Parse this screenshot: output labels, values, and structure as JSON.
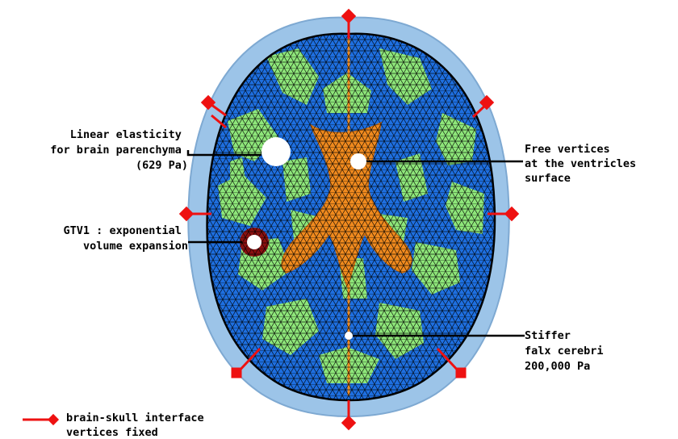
{
  "labels": {
    "elasticity": [
      "Linear elasticity",
      "for brain parenchyma",
      "(629 Pa)"
    ],
    "free_vertices": [
      "Free vertices",
      "at the ventricles",
      "surface"
    ],
    "gtv": [
      "GTV1 : exponential",
      "volume expansion"
    ],
    "falx": [
      "Stiffer",
      "falx cerebri",
      "200,000 Pa"
    ],
    "legend": [
      "brain-skull interface",
      "vertices fixed"
    ]
  },
  "colors": {
    "skull": "#9cc4e8",
    "white_matter": "#1e6fe0",
    "gray_matter": "#8ee67a",
    "ventricles": "#f08a1e",
    "tumor": "#8a1010",
    "mesh": "#000000",
    "fixed_marker": "#ee1111"
  }
}
